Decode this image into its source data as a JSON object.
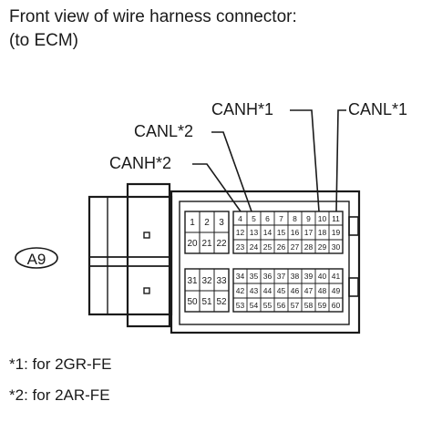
{
  "title_line1": "Front view of wire harness connector:",
  "title_line2": "(to ECM)",
  "callouts": {
    "canh1": "CANH*1",
    "canl1": "CANL*1",
    "canl2": "CANL*2",
    "canh2": "CANH*2"
  },
  "connector_id": "A9",
  "notes": [
    "*1: for 2GR-FE",
    "*2: for 2AR-FE"
  ],
  "left_block": {
    "row1": [
      "1",
      "2",
      "3"
    ],
    "row2": [
      "20",
      "21",
      "22"
    ],
    "row3": [
      "31",
      "32",
      "33"
    ],
    "row4": [
      "50",
      "51",
      "52"
    ]
  },
  "right_block": {
    "row1": [
      "4",
      "5",
      "6",
      "7",
      "8",
      "9",
      "10",
      "11"
    ],
    "row2": [
      "12",
      "13",
      "14",
      "15",
      "16",
      "17",
      "18",
      "19"
    ],
    "row3": [
      "23",
      "24",
      "25",
      "26",
      "27",
      "28",
      "29",
      "30"
    ],
    "row4": [
      "34",
      "35",
      "36",
      "37",
      "38",
      "39",
      "40",
      "41"
    ],
    "row5": [
      "42",
      "43",
      "44",
      "45",
      "46",
      "47",
      "48",
      "49"
    ],
    "row6": [
      "53",
      "54",
      "55",
      "56",
      "57",
      "58",
      "59",
      "60"
    ]
  }
}
